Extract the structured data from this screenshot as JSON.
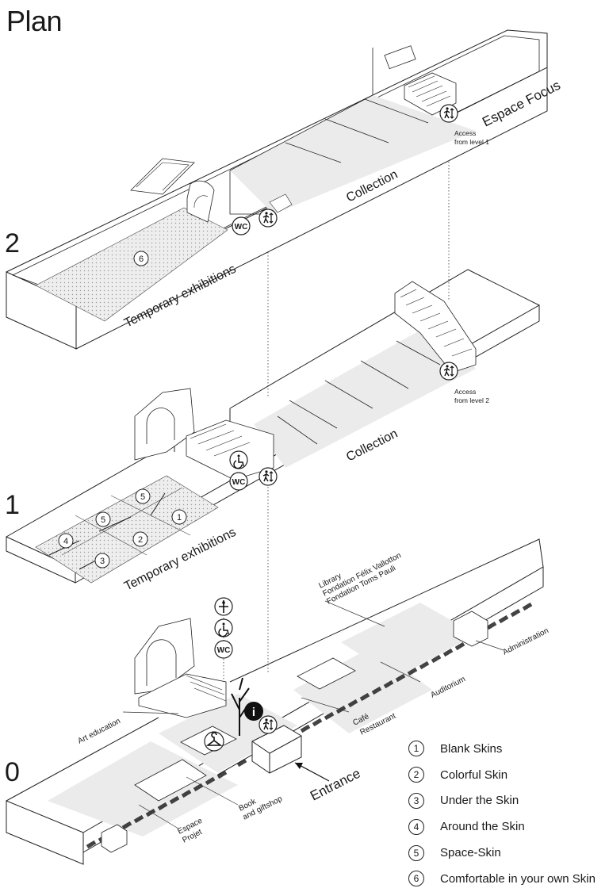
{
  "title": "Plan",
  "levels": {
    "l2": "2",
    "l1": "1",
    "l0": "0"
  },
  "level2": {
    "espace_focus": "Espace Focus",
    "collection": "Collection",
    "temporary": "Temporary exhibitions",
    "access_line1": "Access",
    "access_line2": "from level 1",
    "wc": "WC",
    "room6": "6"
  },
  "level1": {
    "collection": "Collection",
    "temporary": "Temporary exhibitions",
    "access_line1": "Access",
    "access_line2": "from level 2",
    "wc": "WC",
    "rooms": [
      "5",
      "5",
      "1",
      "4",
      "2",
      "3"
    ]
  },
  "level0": {
    "library_lines": [
      "Library",
      "Fondation Félix Vallotton",
      "Fondation Toms Pauli"
    ],
    "administration": "Administration",
    "auditorium": "Auditorium",
    "cafe_lines": [
      "Café",
      "Restaurant"
    ],
    "art_education": "Art education",
    "book_lines": [
      "Book",
      "and giftshop"
    ],
    "espace_lines": [
      "Espace",
      "Projet"
    ],
    "entrance": "Entrance",
    "wc": "WC",
    "info": "i"
  },
  "legend": [
    {
      "num": "1",
      "label": "Blank Skins"
    },
    {
      "num": "2",
      "label": "Colorful Skin"
    },
    {
      "num": "3",
      "label": "Under the Skin"
    },
    {
      "num": "4",
      "label": "Around the Skin"
    },
    {
      "num": "5",
      "label": "Space-Skin"
    },
    {
      "num": "6",
      "label": "Comfortable in your own Skin"
    }
  ]
}
